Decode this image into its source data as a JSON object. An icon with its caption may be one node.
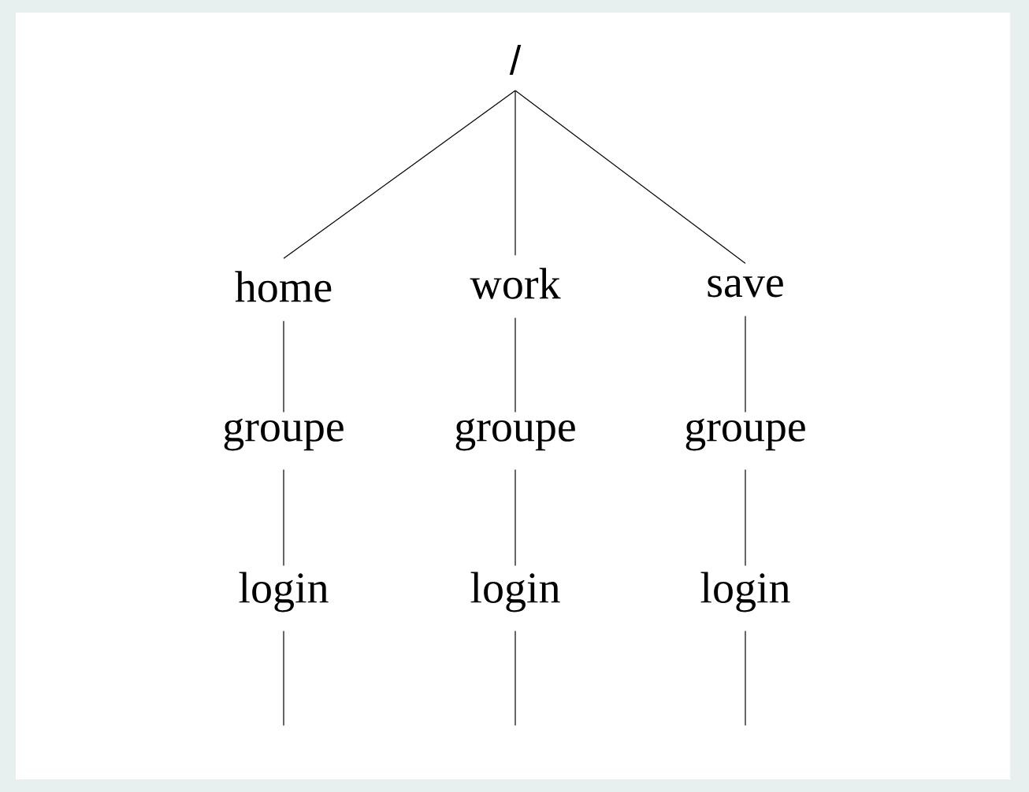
{
  "diagram": {
    "nodes": [
      {
        "text": [
          "/"
        ]
      },
      {
        "text": [
          "home"
        ]
      },
      {
        "text": [
          "work"
        ]
      },
      {
        "text": [
          "save"
        ]
      },
      {
        "text": [
          "groupe"
        ]
      },
      {
        "text": [
          "groupe"
        ]
      },
      {
        "text": [
          "groupe"
        ]
      },
      {
        "text": [
          "login"
        ]
      },
      {
        "text": [
          "login"
        ]
      },
      {
        "text": [
          "login"
        ]
      }
    ],
    "edges": [
      {
        "from": 0,
        "to": 1,
        "arrow": "none"
      },
      {
        "from": 0,
        "to": 2,
        "arrow": "none"
      },
      {
        "from": 0,
        "to": 3,
        "arrow": "none"
      },
      {
        "from": 1,
        "to": 4,
        "arrow": "none"
      },
      {
        "from": 2,
        "to": 5,
        "arrow": "none"
      },
      {
        "from": 3,
        "to": 6,
        "arrow": "none"
      },
      {
        "from": 4,
        "to": 7,
        "arrow": "none"
      },
      {
        "from": 5,
        "to": 8,
        "arrow": "none"
      },
      {
        "from": 6,
        "to": 9,
        "arrow": "none"
      },
      {
        "from": 7,
        "to": null,
        "arrow": "none"
      },
      {
        "from": 8,
        "to": null,
        "arrow": "none"
      },
      {
        "from": 9,
        "to": null,
        "arrow": "none"
      }
    ]
  }
}
